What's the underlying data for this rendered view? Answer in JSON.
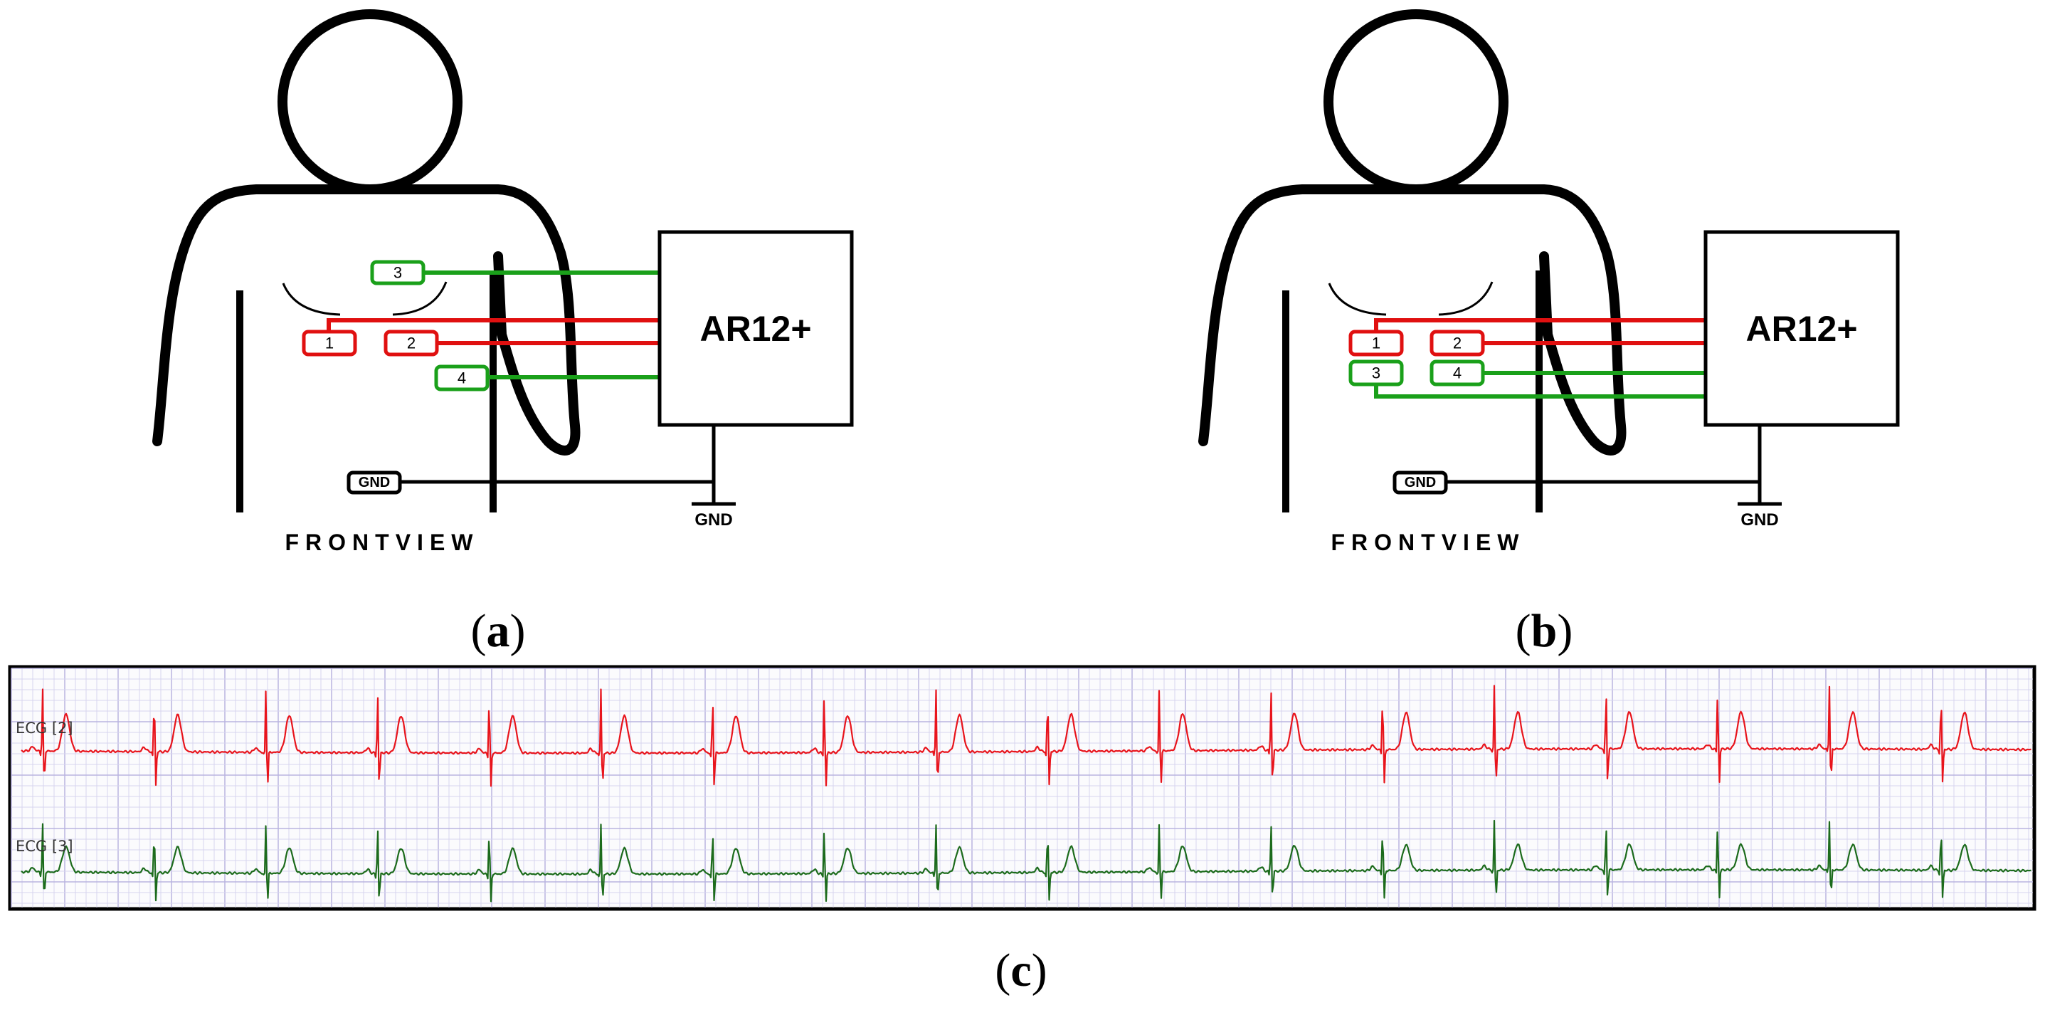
{
  "panels": [
    {
      "id": "a",
      "device_label": "AR12+",
      "view_label": "FRONTVIEW",
      "gnd_electrode_label": "GND",
      "gnd_symbol_label": "GND",
      "electrodes": [
        {
          "label": "1",
          "color": "#e01010"
        },
        {
          "label": "2",
          "color": "#e01010"
        },
        {
          "label": "3",
          "color": "#1aa01a"
        },
        {
          "label": "4",
          "color": "#1aa01a"
        }
      ],
      "caption": {
        "open": "(",
        "letter": "a",
        "close": ")"
      }
    },
    {
      "id": "b",
      "device_label": "AR12+",
      "view_label": "FRONTVIEW",
      "gnd_electrode_label": "GND",
      "gnd_symbol_label": "GND",
      "electrodes": [
        {
          "label": "1",
          "color": "#e01010"
        },
        {
          "label": "2",
          "color": "#e01010"
        },
        {
          "label": "3",
          "color": "#1aa01a"
        },
        {
          "label": "4",
          "color": "#1aa01a"
        }
      ],
      "caption": {
        "open": "(",
        "letter": "b",
        "close": ")"
      }
    }
  ],
  "ecg_strip": {
    "leads": [
      {
        "label": "ECG [2]",
        "color": "#e8141c"
      },
      {
        "label": "ECG [3]",
        "color": "#1c6b1c"
      }
    ],
    "beat_count": 18,
    "caption": {
      "open": "(",
      "letter": "c",
      "close": ")"
    }
  },
  "colors": {
    "red_lead": "#e01010",
    "green_lead": "#1aa01a",
    "grid": "#d7d4ef"
  }
}
